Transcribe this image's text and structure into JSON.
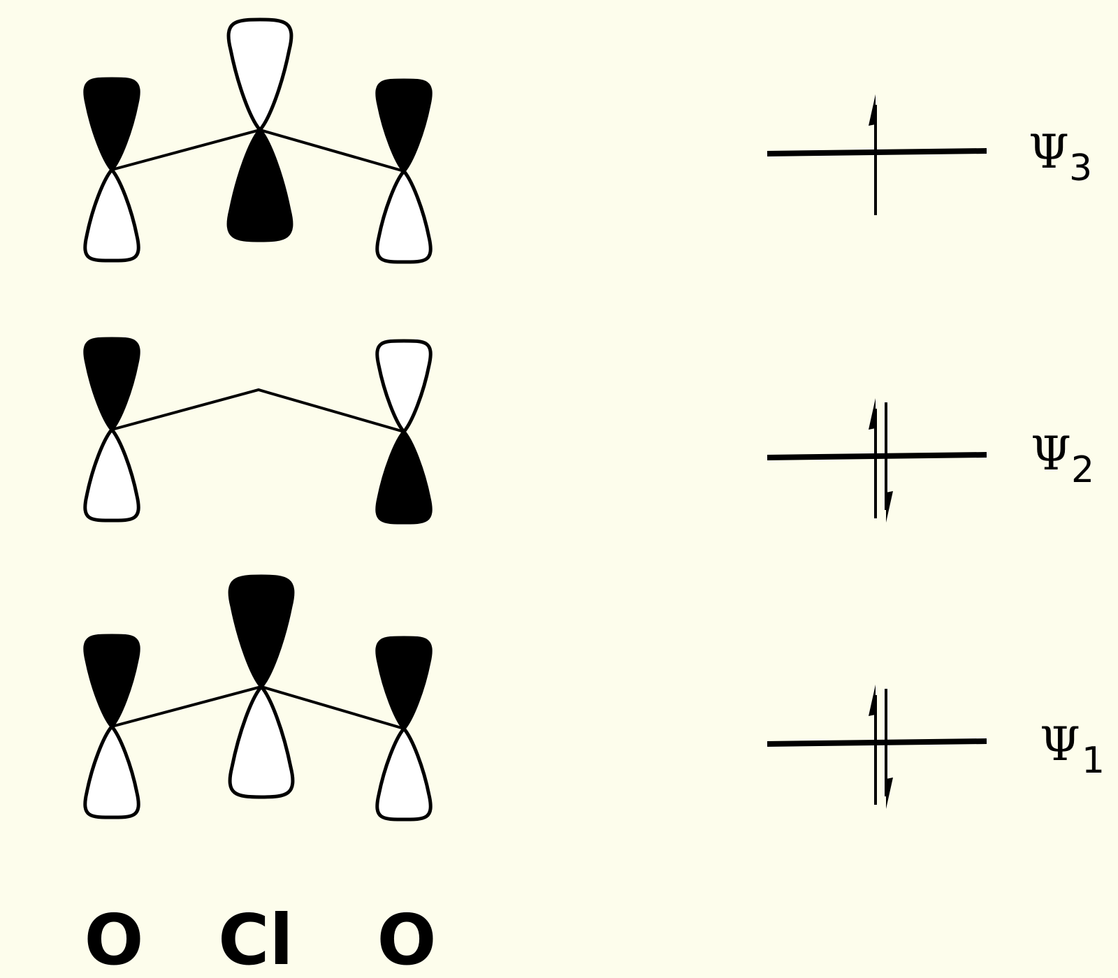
{
  "atom_labels": [
    "O",
    "Cl",
    "O"
  ],
  "orbitals": [
    {
      "name": "psi3",
      "symbol": "Ψ",
      "subscript": "3",
      "lobe_phases": [
        "top-filled",
        "top-empty",
        "top-filled"
      ],
      "electrons": "1 (spin up)"
    },
    {
      "name": "psi2",
      "symbol": "Ψ",
      "subscript": "2",
      "lobe_phases": [
        "top-filled",
        "none",
        "top-empty"
      ],
      "electrons": "2 (paired)"
    },
    {
      "name": "psi1",
      "symbol": "Ψ",
      "subscript": "1",
      "lobe_phases": [
        "top-filled",
        "top-filled",
        "top-filled"
      ],
      "electrons": "2 (paired)"
    }
  ],
  "colors": {
    "background": "#fdfdec",
    "ink": "#000000",
    "empty_lobe": "#ffffff"
  }
}
